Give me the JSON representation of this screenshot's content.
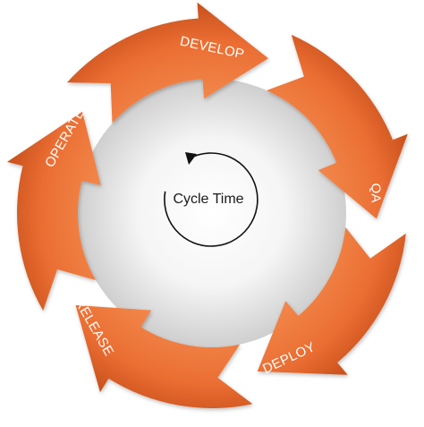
{
  "diagram": {
    "center_label": "Cycle Time",
    "stages": [
      {
        "label": "DEVELOP"
      },
      {
        "label": "QA"
      },
      {
        "label": "DEPLOY"
      },
      {
        "label": "RELEASE"
      },
      {
        "label": "OPERATE"
      }
    ],
    "colors": {
      "arrow_light": "#f2874a",
      "arrow_mid": "#ea6d32",
      "arrow_dark": "#c8501c",
      "inner_light": "#ffffff",
      "inner_dark": "#d6d6d6",
      "center_stroke": "#111111"
    },
    "cycle_icon": "circular-arrow-icon"
  }
}
